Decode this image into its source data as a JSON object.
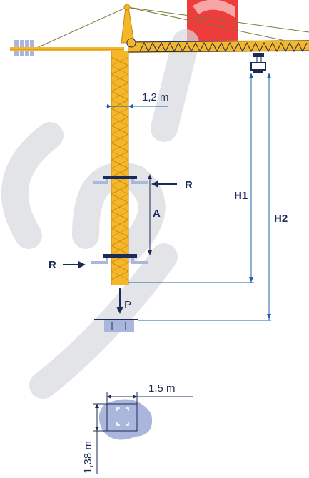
{
  "labels": {
    "mast_width": "1,2 m",
    "R_right": "R",
    "R_left": "R",
    "A": "A",
    "H1": "H1",
    "H2": "H2",
    "P": "P",
    "base_width": "1,5 m",
    "base_depth": "1,38 m"
  },
  "watermark": "CONG",
  "colors": {
    "crane_yellow": "#f4b72a",
    "dim_blue": "#1f5fa8",
    "navy": "#1d2a55",
    "lavender": "#aab6dc",
    "watermark_red": "#ee3b3b"
  }
}
